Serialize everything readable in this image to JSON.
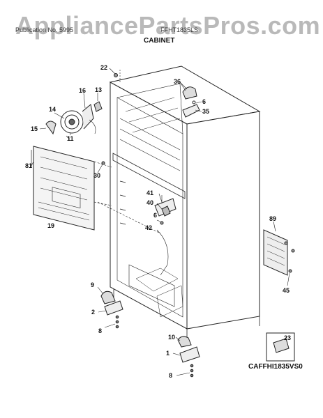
{
  "header": {
    "watermark": "AppliancePartsPros.com",
    "publication": "Publication No. 5995",
    "model": "FFHT1835LS",
    "section_title": "CABINET"
  },
  "diagram_code": "CAFFHI1835VS0",
  "callouts": [
    "22",
    "36",
    "6",
    "35",
    "16",
    "13",
    "14",
    "15",
    "11",
    "81",
    "30",
    "41",
    "40",
    "6",
    "42",
    "19",
    "89",
    "45",
    "9",
    "2",
    "8",
    "10",
    "1",
    "8",
    "23"
  ]
}
